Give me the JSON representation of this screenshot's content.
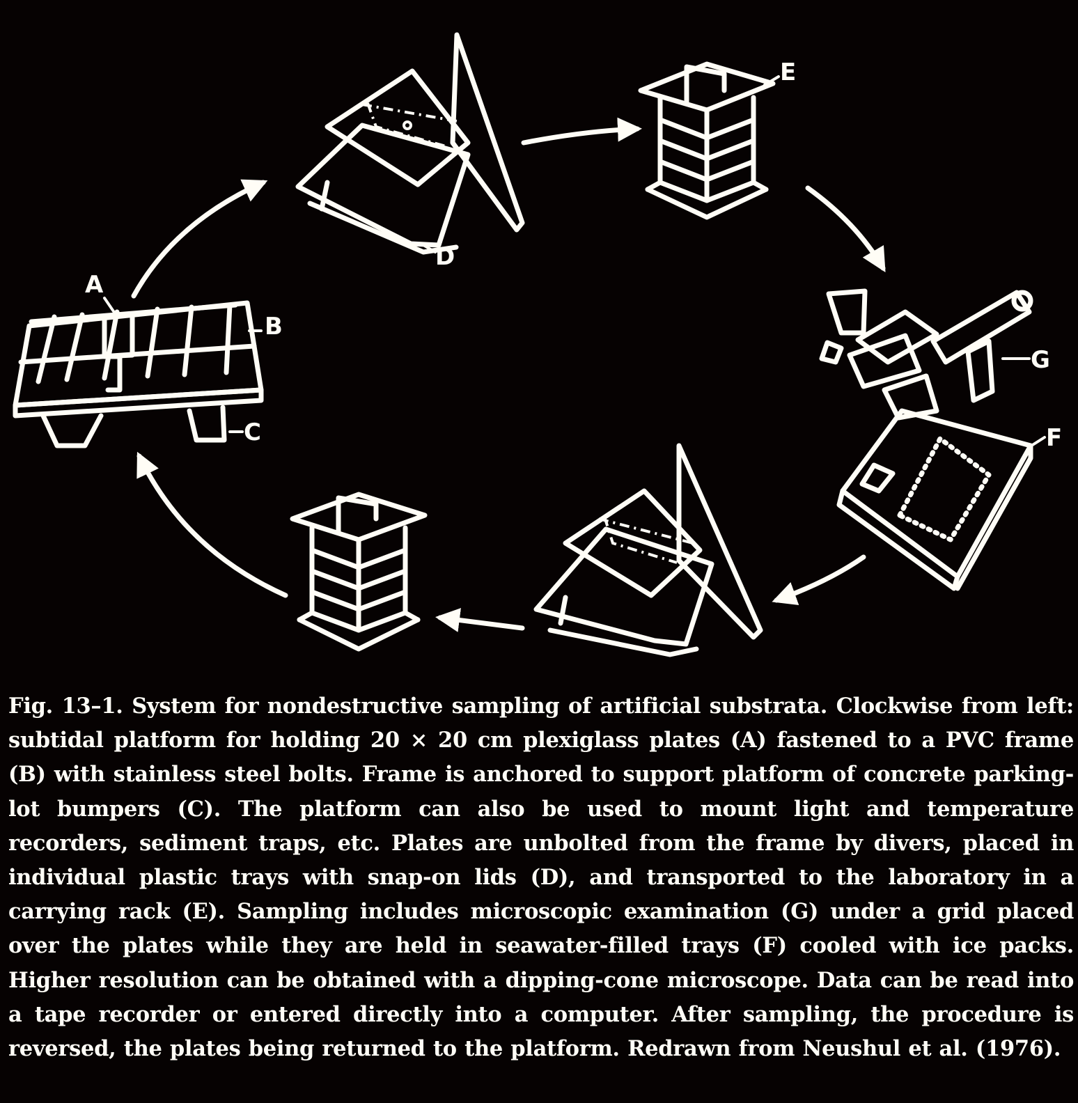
{
  "labels": {
    "a": "A",
    "b": "B",
    "c": "C",
    "d": "D",
    "e": "E",
    "f": "F",
    "g": "G"
  },
  "caption": "Fig. 13–1. System for nondestructive sampling of artificial substrata. Clockwise from left: subtidal platform for holding 20 × 20 cm plexiglass plates (A) fastened to a PVC frame (B) with stainless steel bolts. Frame is anchored to support platform of concrete parking-lot bumpers (C). The platform can also be used to mount light and temperature recorders, sediment traps, etc. Plates are unbolted from the frame by divers, placed in individual plastic trays with snap-on lids (D), and transported to the laboratory in a carrying rack (E). Sampling includes microscopic examination (G) under a grid placed over the plates while they are held in seawater-filled trays (F) cooled with ice packs. Higher resolution can be obtained with a dipping-cone microscope. Data can be read into a tape recorder or entered directly into a computer. After sampling, the procedure is reversed, the plates being returned to the platform. Redrawn from Neushul et al. (1976)."
}
